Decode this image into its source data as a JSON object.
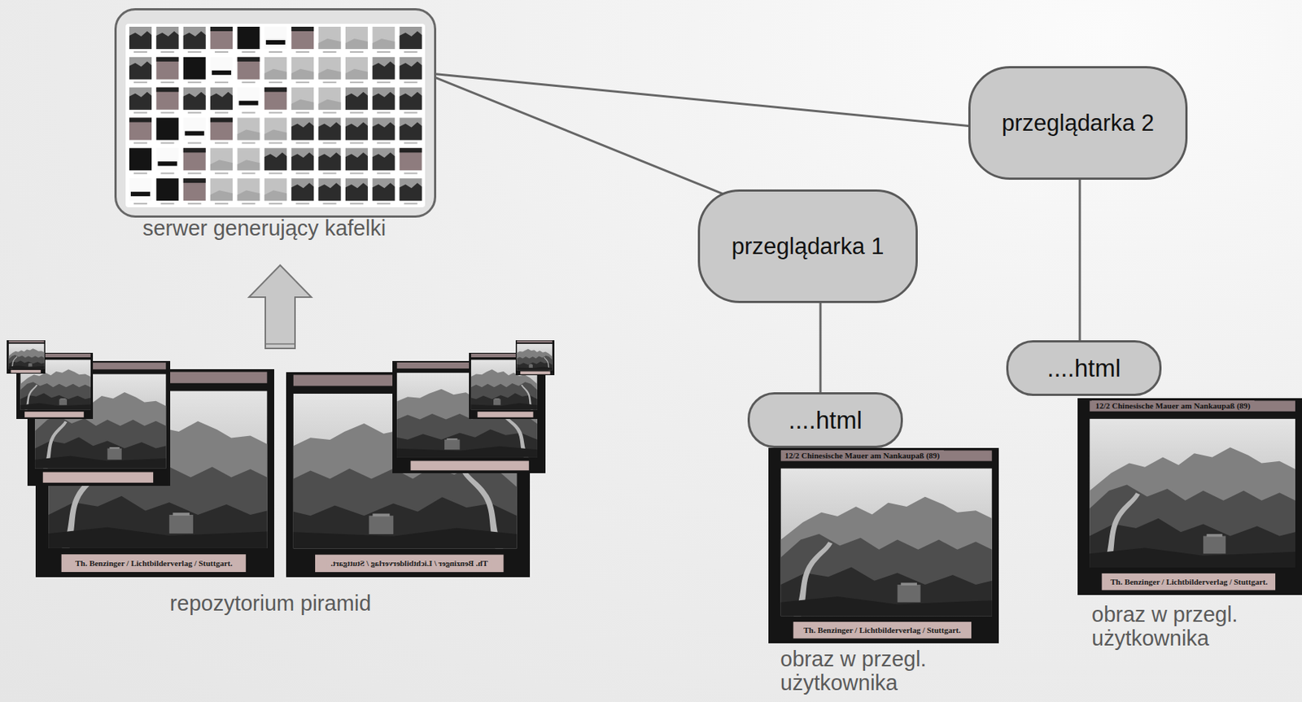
{
  "diagram": {
    "nodes": [
      {
        "text": [
          "serwer generujący kafelki"
        ]
      },
      {
        "text": [
          "przeglądarka 1"
        ]
      },
      {
        "text": [
          "przeglądarka 2"
        ]
      },
      {
        "text": [
          "....html"
        ]
      },
      {
        "text": [
          "....html"
        ]
      }
    ],
    "edges": [
      {
        "from": 0,
        "to": 1,
        "arrow": "none"
      },
      {
        "from": 0,
        "to": 2,
        "arrow": "none"
      },
      {
        "from": 1,
        "to": 3,
        "arrow": "none"
      },
      {
        "from": 2,
        "to": 4,
        "arrow": "none"
      }
    ],
    "labels": [
      "repozytorium piramid",
      "Th. Benzinger / Lichtbilderverlag / Stuttgart.",
      "Th. Benzinger / Lichtbilderverlag / Stuttgart.",
      "12/2 Chinesische Mauer am Nankaupaß (89)",
      "Th. Benzinger / Lichtbilderverlag / Stuttgart.",
      "obraz w przegl. użytkownika",
      "12/2 Chinesische Mauer am Nankaupaß (89)",
      "Th. Benzinger / Lichtbilderverlag / Stuttgart.",
      "obraz w przegl. użytkownika"
    ]
  }
}
